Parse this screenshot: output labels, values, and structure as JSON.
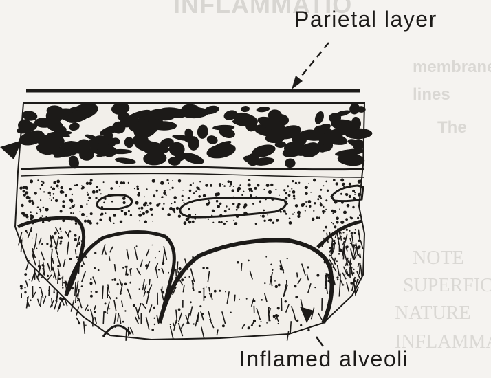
{
  "labels": {
    "parietal_layer": "Parietal layer",
    "inflamed_alveoli": "Inflamed alveoli"
  },
  "background_bleed": {
    "title": "INFLAMMATIO",
    "line1": "membrane",
    "line2": "lines",
    "line3": "The",
    "line4": "NOTE",
    "line5": "SUPERFICIAL",
    "line6": "NATURE",
    "line7": "INFLAMMATION"
  },
  "colors": {
    "ink": "#1c1a18",
    "paper": "#f5f3f0"
  }
}
